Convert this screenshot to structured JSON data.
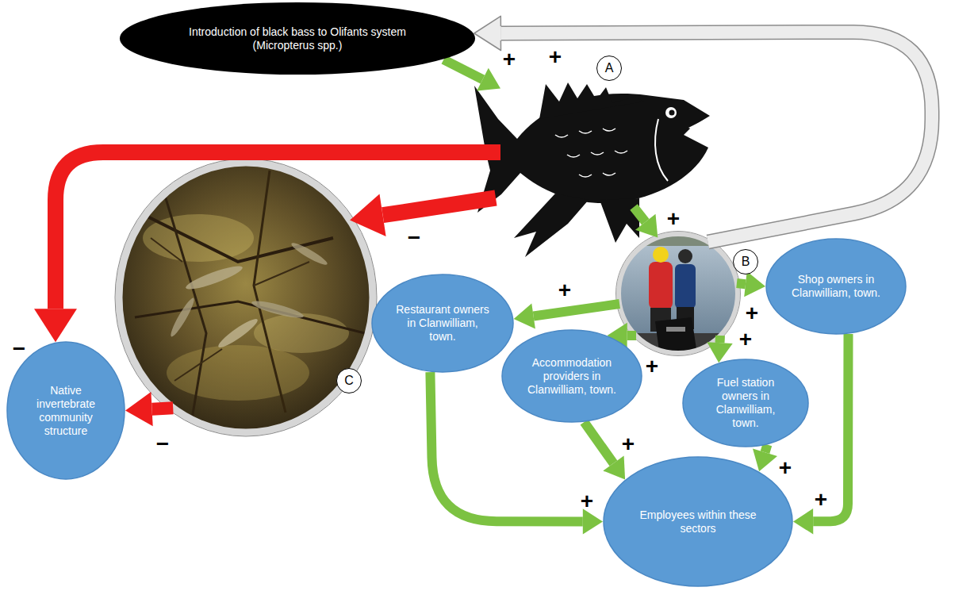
{
  "diagram": {
    "nodes": [
      {
        "text": [
          "Introduction of black bass to Olifants system (Micropterus spp.)"
        ]
      },
      {
        "text": [
          "A"
        ]
      },
      {
        "text": [
          "B"
        ]
      },
      {
        "text": [
          "C"
        ]
      },
      {
        "text": [
          "Native invertebrate community structure"
        ]
      },
      {
        "text": [
          "Restaurant owners in Clanwilliam, town."
        ]
      },
      {
        "text": [
          "Accommodation providers in Clanwilliam, town."
        ]
      },
      {
        "text": [
          "Fuel station owners in Clanwilliam, town."
        ]
      },
      {
        "text": [
          "Shop owners in Clanwilliam, town."
        ]
      },
      {
        "text": [
          "Employees within these sectors"
        ]
      }
    ],
    "edges": [
      {
        "from": 0,
        "to": 1,
        "arrow": "to",
        "label": "+"
      },
      {
        "from": 1,
        "to": 4,
        "arrow": "to",
        "label": "−"
      },
      {
        "from": 1,
        "to": 3,
        "arrow": "to",
        "label": "−"
      },
      {
        "from": 3,
        "to": 4,
        "arrow": "to",
        "label": "−"
      },
      {
        "from": 1,
        "to": 2,
        "arrow": "to",
        "label": "+"
      },
      {
        "from": 2,
        "to": 0,
        "arrow": "to",
        "label": "+"
      },
      {
        "from": 2,
        "to": 5,
        "arrow": "to",
        "label": "+"
      },
      {
        "from": 2,
        "to": 6,
        "arrow": "to",
        "label": "+"
      },
      {
        "from": 2,
        "to": 7,
        "arrow": "to",
        "label": "+"
      },
      {
        "from": 2,
        "to": 8,
        "arrow": "to",
        "label": "+"
      },
      {
        "from": 5,
        "to": 9,
        "arrow": "to",
        "label": "+"
      },
      {
        "from": 6,
        "to": 9,
        "arrow": "to",
        "label": "+"
      },
      {
        "from": 7,
        "to": 9,
        "arrow": "to",
        "label": "+"
      },
      {
        "from": 8,
        "to": 9,
        "arrow": "to",
        "label": "+"
      }
    ]
  }
}
